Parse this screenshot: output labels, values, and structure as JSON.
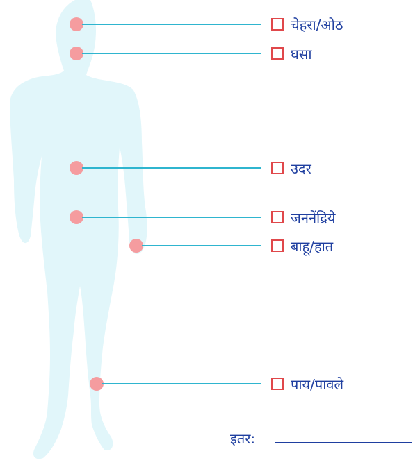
{
  "colors": {
    "silhouette": "#e1f6fa",
    "dot": "#f59c9f",
    "leader": "#2fb5cf",
    "checkbox_border": "#e0484b",
    "text": "#1f3fa0"
  },
  "body_parts": [
    {
      "label": "चेहरा/ओठ",
      "checked": false
    },
    {
      "label": "घसा",
      "checked": false
    },
    {
      "label": "उदर",
      "checked": false
    },
    {
      "label": "जननेंद्रिये",
      "checked": false
    },
    {
      "label": "बाहू/हात",
      "checked": false
    },
    {
      "label": "पाय/पावले",
      "checked": false
    }
  ],
  "other": {
    "label": "इतर:",
    "value": ""
  }
}
